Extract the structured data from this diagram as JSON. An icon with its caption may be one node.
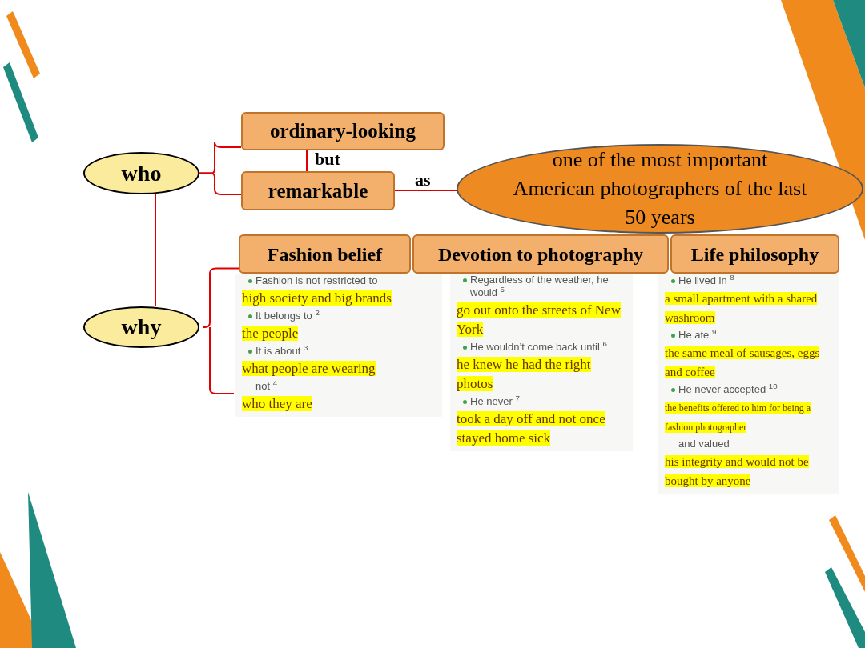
{
  "diagram": {
    "nodes": [
      {
        "text": [
          "who"
        ]
      },
      {
        "text": [
          "ordinary-looking"
        ]
      },
      {
        "text": [
          "remarkable"
        ]
      },
      {
        "text": [
          "one of the most important American photographers of the last 50 years"
        ]
      },
      {
        "text": [
          "why"
        ]
      },
      {
        "text": [
          "Fashion belief"
        ]
      },
      {
        "text": [
          "Devotion to photography"
        ]
      },
      {
        "text": [
          "Life philosophy"
        ]
      }
    ],
    "edges": [
      {
        "from": 0,
        "to": 1,
        "arrow": "none"
      },
      {
        "from": 0,
        "to": 2,
        "arrow": "none"
      },
      {
        "from": 1,
        "to": 2,
        "arrow": "none",
        "label": "but"
      },
      {
        "from": 2,
        "to": 3,
        "arrow": "none",
        "label": "as"
      },
      {
        "from": 0,
        "to": 4,
        "arrow": "none"
      },
      {
        "from": 4,
        "to": 5,
        "arrow": "none"
      }
    ],
    "labels": [
      "Fashion is not restricted to",
      "high society and big brands",
      "It belongs to $^{2}$",
      "the people",
      "It is about $^{3}$",
      "what people are wearing",
      "not $^{4}$",
      "who they are",
      "Regardless of the weather, he would $^{5}$",
      "go out onto the streets of New York",
      "He wouldn’t come back until $^{6}$",
      "he knew he had the right photos",
      "He never $^{7}$",
      "took a day off and not once stayed home sick",
      "He lived in $^{8}$",
      "a small apartment with a shared washroom",
      "He ate $^{9}$",
      "the same meal of sausages, eggs and coffee",
      "He never accepted $^{10}$",
      "the benefits offered to him for  being a fashion photographer",
      "and valued",
      "his integrity and would not be bought by anyone"
    ]
  }
}
